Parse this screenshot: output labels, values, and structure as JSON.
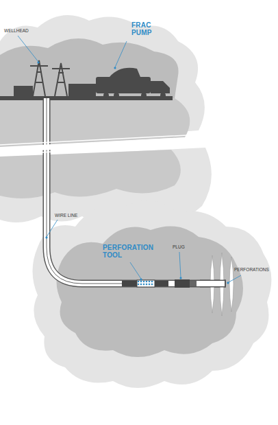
{
  "diagram": {
    "labels": [
      "WELLHEAD",
      "FRAC PUMP",
      "WIRE LINE",
      "PERFORATION TOOL",
      "PLUG",
      "PERFORATIONS"
    ]
  }
}
